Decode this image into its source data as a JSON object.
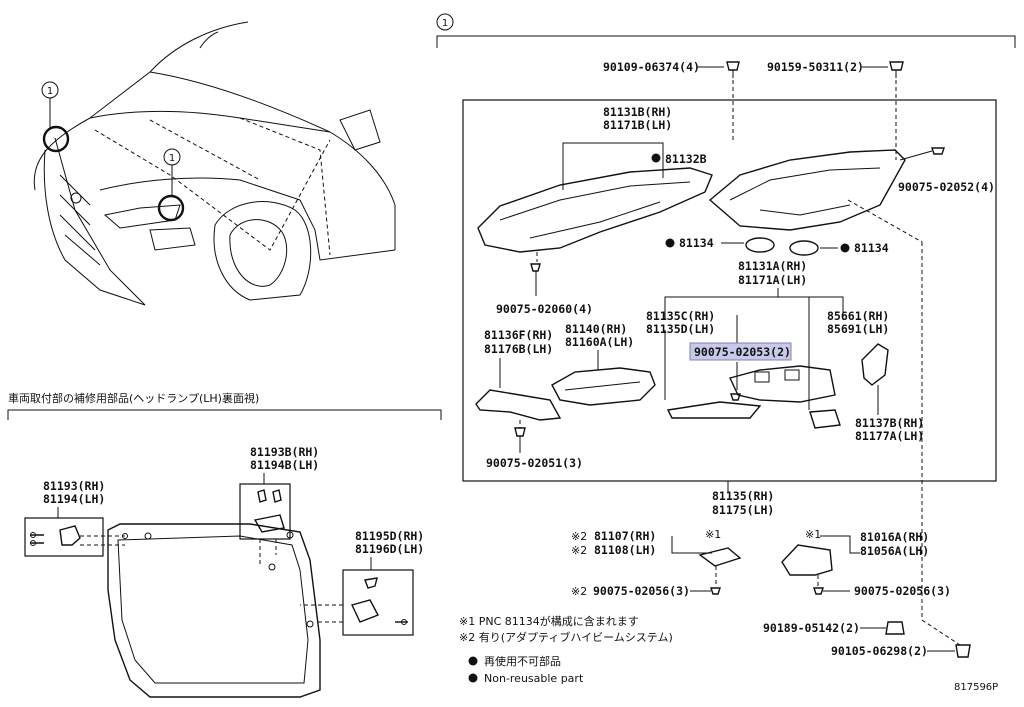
{
  "callout_number": "1",
  "rear_view_header": "車両取付部の補修用部品(ヘッドランプ(LH)裏面視)",
  "labels": {
    "p90109": "90109-06374(4)",
    "p90159": "90159-50311(2)",
    "p81131b": "81131B(RH)",
    "p81171b": "81171B(LH)",
    "p81132b": "81132B",
    "p90075_02052": "90075-02052(4)",
    "p81134_left": "81134",
    "p81134_right": "81134",
    "p81131a": "81131A(RH)",
    "p81171a": "81171A(LH)",
    "p90075_02060": "90075-02060(4)",
    "p81136f": "81136F(RH)",
    "p81176b": "81176B(LH)",
    "p81140": "81140(RH)",
    "p81160a": "81160A(LH)",
    "p81135c": "81135C(RH)",
    "p81135d": "81135D(LH)",
    "p85661": "85661(RH)",
    "p85691": "85691(LH)",
    "p90075_02053": "90075-02053(2)",
    "p81137b": "81137B(RH)",
    "p81177a": "81177A(LH)",
    "p90075_02051": "90075-02051(3)",
    "p81135": "81135(RH)",
    "p81175": "81175(LH)",
    "p81107": "81107(RH)",
    "p81108": "81108(LH)",
    "mark_x2_a": "※2",
    "mark_x2_b": "※2",
    "mark_x2_c": "※2",
    "mark_x1_a": "※1",
    "mark_x1_b": "※1",
    "p90075_02056_left": "90075-02056(3)",
    "p81016a": "81016A(RH)",
    "p81056a": "81056A(LH)",
    "p90075_02056_right": "90075-02056(3)",
    "p90189": "90189-05142(2)",
    "p90105": "90105-06298(2)",
    "p81193b": "81193B(RH)",
    "p81194b": "81194B(LH)",
    "p81193": "81193(RH)",
    "p81194": "81194(LH)",
    "p81195d": "81195D(RH)",
    "p81196d": "81196D(LH)"
  },
  "notes": {
    "note1": "※1 PNC 81134が構成に含まれます",
    "note2": "※2 有り(アダプティブハイビームシステム)"
  },
  "legend": {
    "jp": "再使用不可部品",
    "en": "Non-reusable part"
  },
  "diagram_code": "817596P"
}
